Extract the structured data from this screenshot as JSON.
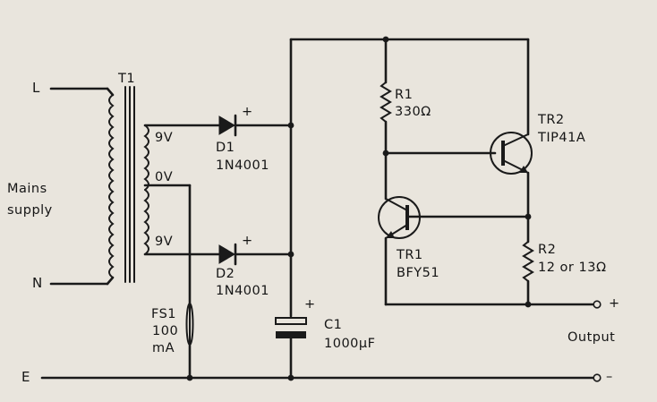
{
  "terminals": {
    "live": "L",
    "neutral": "N",
    "earth": "E"
  },
  "mains_label": [
    "Mains",
    "supply"
  ],
  "transformer": {
    "ref": "T1",
    "tap_top": "9V",
    "tap_mid": "0V",
    "tap_bot": "9V"
  },
  "d1": {
    "ref": "D1",
    "type": "1N4001",
    "polarity": "+"
  },
  "d2": {
    "ref": "D2",
    "type": "1N4001",
    "polarity": "+"
  },
  "fuse": {
    "ref": "FS1",
    "rating_value": "100",
    "rating_unit": "mA"
  },
  "c1": {
    "ref": "C1",
    "value": "1000µF",
    "polarity": "+"
  },
  "r1": {
    "ref": "R1",
    "value": "330Ω"
  },
  "r2": {
    "ref": "R2",
    "value": "12 or 13Ω"
  },
  "tr1": {
    "ref": "TR1",
    "type": "BFY51"
  },
  "tr2": {
    "ref": "TR2",
    "type": "TIP41A"
  },
  "output": {
    "label": "Output",
    "plus": "+",
    "minus": "–"
  }
}
